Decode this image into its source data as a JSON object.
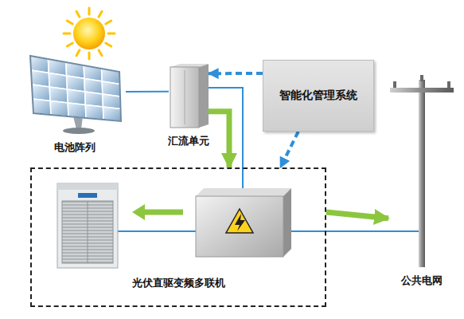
{
  "diagram": {
    "nodes": [
      {
        "text": [
          "电池阵列"
        ]
      },
      {
        "text": [
          "汇流单元"
        ]
      },
      {
        "text": [
          "智能化管理系统"
        ]
      },
      {
        "text": [
          "光伏直驱变频多联机"
        ]
      },
      {
        "text": [
          "公共电网"
        ]
      }
    ],
    "edges": [
      {
        "from": 0,
        "to": 1,
        "arrow": "none"
      },
      {
        "from": 2,
        "to": 1,
        "arrow": "to"
      },
      {
        "from": 1,
        "to": 3,
        "arrow": "to"
      },
      {
        "from": 2,
        "to": 3,
        "arrow": "to"
      },
      {
        "from": 3,
        "to": 4,
        "arrow": "to"
      }
    ]
  }
}
